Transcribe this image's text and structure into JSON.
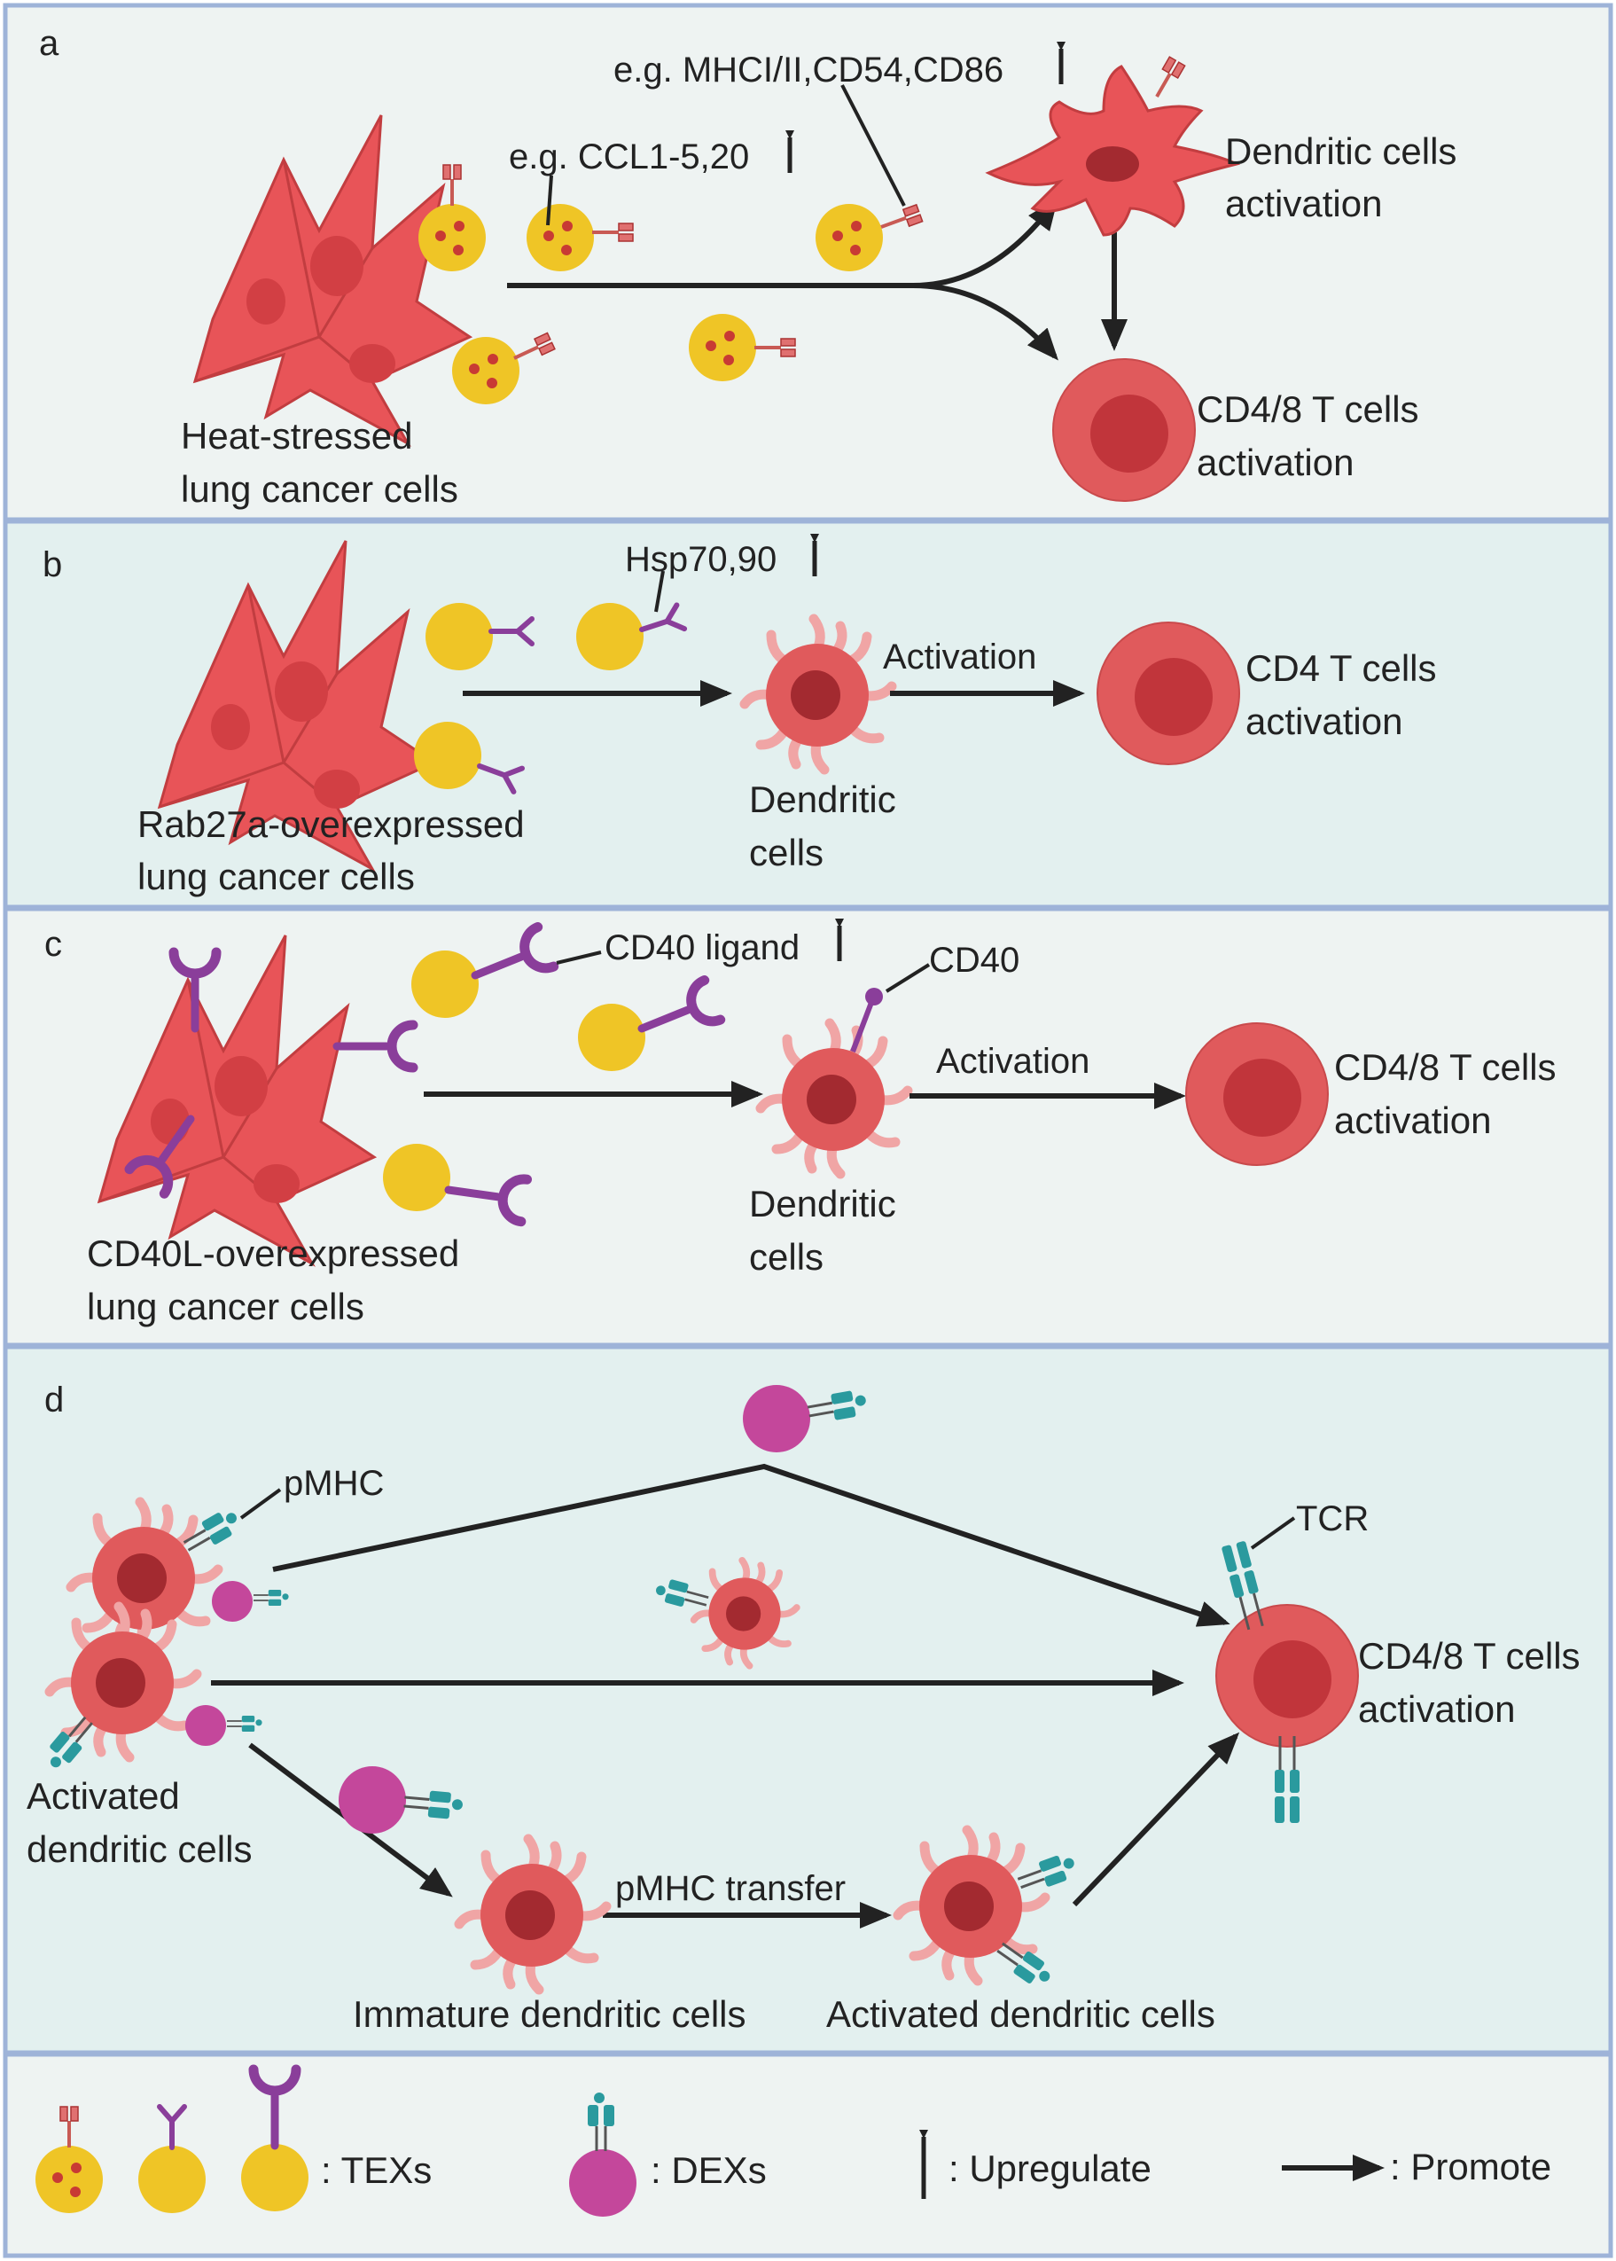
{
  "colors": {
    "panel_light": "#eef3f2",
    "panel_teal": "#e3f0ef",
    "border": "#9eb3d8",
    "cell_red": "#e05a5c",
    "nucleus_red": "#b93338",
    "exo_yellow": "#efc526",
    "exo_dot": "#c83a34",
    "receptor_purple": "#8a3e9a",
    "dex_magenta": "#c4479b",
    "pmhc_teal": "#2a9a9e",
    "arrow": "#222222"
  },
  "panel_a": {
    "letter": "a",
    "markers_label": "e.g. MHCI/II,CD54,CD86",
    "chemokines_label": "e.g. CCL1-5,20",
    "source_line1": "Heat-stressed",
    "source_line2": "lung cancer cells",
    "dc_line1": "Dendritic cells",
    "dc_line2": "activation",
    "t_line1": "CD4/8 T cells",
    "t_line2": "activation"
  },
  "panel_b": {
    "letter": "b",
    "hsp_label": "Hsp70,90",
    "activation_label": "Activation",
    "source_line1": "Rab27a-overexpressed",
    "source_line2": "lung cancer cells",
    "dc_line1": "Dendritic",
    "dc_line2": "cells",
    "t_line1": "CD4 T cells",
    "t_line2": "activation"
  },
  "panel_c": {
    "letter": "c",
    "ligand_label": "CD40 ligand",
    "cd40_label": "CD40",
    "activation_label": "Activation",
    "source_line1": "CD40L-overexpressed",
    "source_line2": "lung cancer cells",
    "dc_line1": "Dendritic",
    "dc_line2": "cells",
    "t_line1": "CD4/8 T cells",
    "t_line2": "activation"
  },
  "panel_d": {
    "letter": "d",
    "pmhc_label": "pMHC",
    "tcr_label": "TCR",
    "source_line1": "Activated",
    "source_line2": "dendritic cells",
    "transfer_label": "pMHC transfer",
    "immature_label": "Immature dendritic cells",
    "activated_label": "Activated dendritic cells",
    "t_line1": "CD4/8 T cells",
    "t_line2": "activation"
  },
  "legend": {
    "tex_label": ": TEXs",
    "dex_label": ": DEXs",
    "upregulate_label": ": Upregulate",
    "promote_label": ": Promote"
  }
}
